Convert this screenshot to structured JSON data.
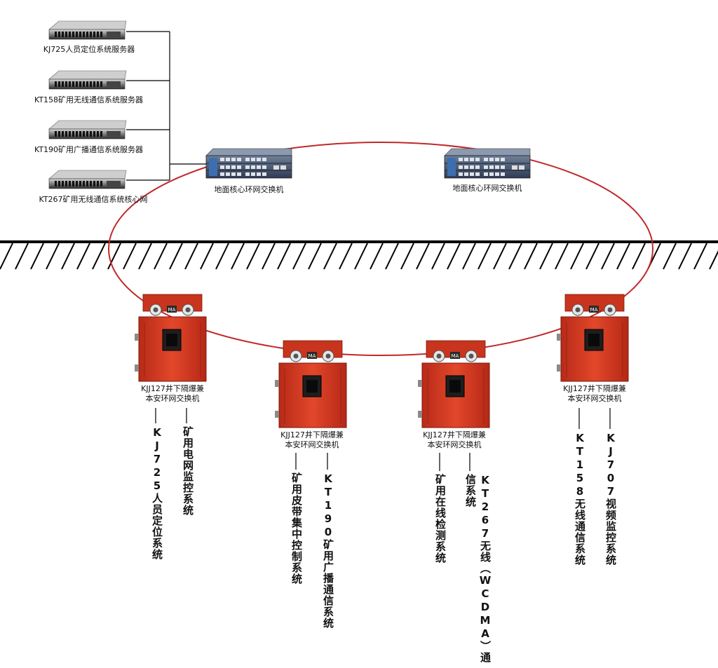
{
  "servers": [
    {
      "label": "KJ725人员定位系统服务器"
    },
    {
      "label": "KT158矿用无线通信系统服务器"
    },
    {
      "label": "KT190矿用广播通信系统服务器"
    },
    {
      "label": "KT267矿用无线通信系统核心网"
    }
  ],
  "surface_switches": [
    {
      "label": "地面核心环网交换机"
    },
    {
      "label": "地面核心环网交换机"
    }
  ],
  "underground_switches": [
    {
      "line1": "KJJ127井下隔爆兼",
      "line2": "本安环网交换机",
      "systems": [
        "KJ725人员定位系统",
        "矿用电网监控系统"
      ]
    },
    {
      "line1": "KJJ127井下隔爆兼",
      "line2": "本安环网交换机",
      "systems": [
        "矿用皮带集中控制系统",
        "KT190矿用广播通信系统"
      ]
    },
    {
      "line1": "KJJ127井下隔爆兼",
      "line2": "本安环网交换机",
      "systems": [
        "矿用在线检测系统",
        "KT267无线（WCDMA）通信系统"
      ]
    },
    {
      "line1": "KJJ127井下隔爆兼",
      "line2": "本安环网交换机",
      "systems": [
        "KT158无线通信系统",
        "KJ707视频监控系统"
      ]
    }
  ],
  "colors": {
    "ring": "#c0282a",
    "cabinet": "#d63a22",
    "ground": "#000000"
  }
}
